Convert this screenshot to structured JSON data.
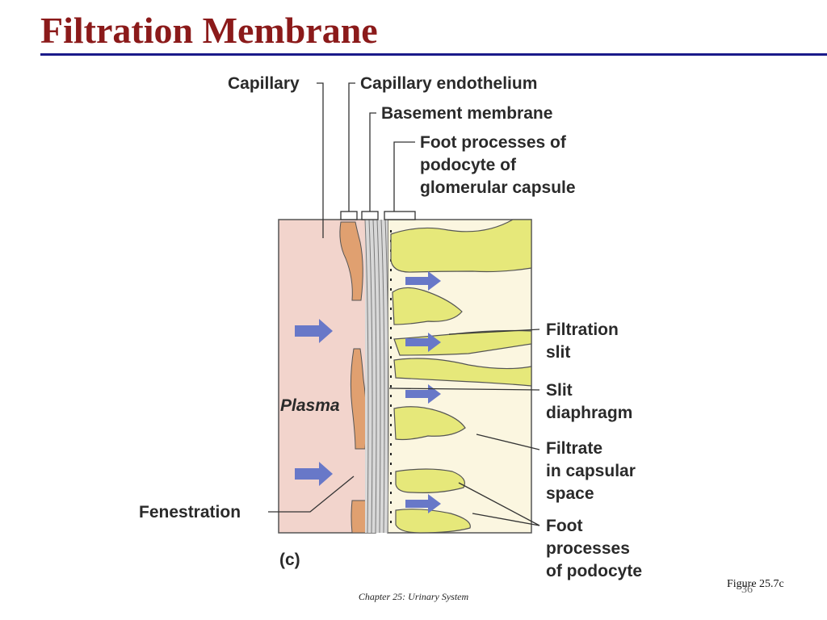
{
  "slide": {
    "title": "Filtration Membrane",
    "footer": "Chapter 25: Urinary System",
    "figure_ref": "Figure 25.7c",
    "page_number": "36"
  },
  "diagram": {
    "panel_label": "(c)",
    "labels": {
      "capillary": "Capillary",
      "capillary_endothelium": "Capillary endothelium",
      "basement_membrane": "Basement membrane",
      "foot_processes_top": [
        "Foot processes of",
        "podocyte of",
        "glomerular capsule"
      ],
      "filtration_slit": [
        "Filtration",
        "slit"
      ],
      "slit_diaphragm": [
        "Slit",
        "diaphragm"
      ],
      "filtrate": [
        "Filtrate",
        "in capsular",
        "space"
      ],
      "foot_processes_bottom": [
        "Foot",
        "processes",
        "of podocyte"
      ],
      "plasma": "Plasma",
      "fenestration": "Fenestration"
    },
    "colors": {
      "plasma": "#f2d4cc",
      "endothelium": "#e0a070",
      "capsular_space": "#fbf6e0",
      "foot_process": "#e6e87a",
      "arrow": "#6878c8",
      "basement": "#d8d8d8",
      "title": "#8b1a1a",
      "rule": "#1a1a8a"
    }
  }
}
